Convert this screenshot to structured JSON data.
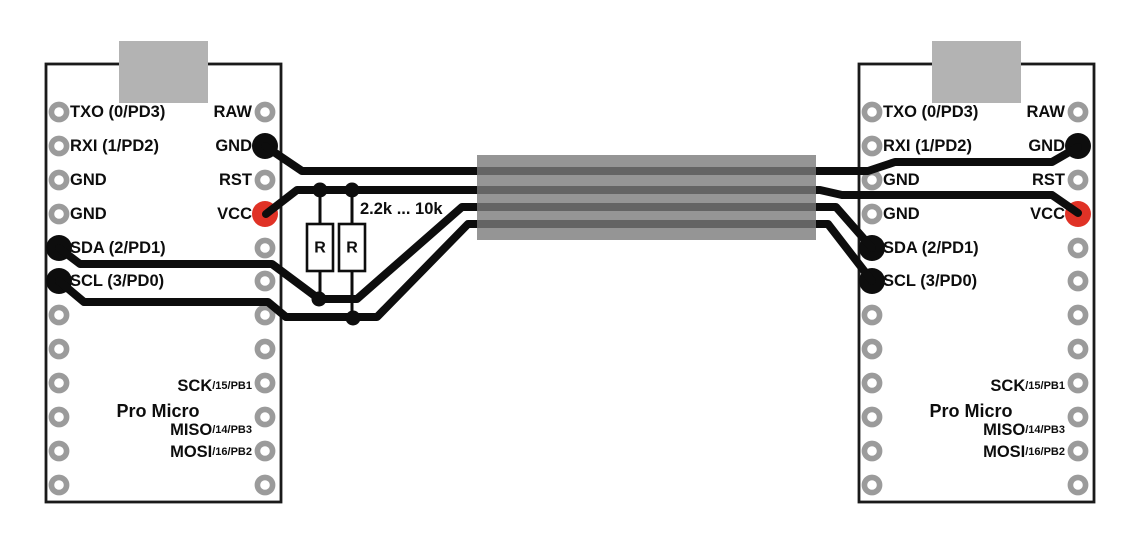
{
  "diagram": {
    "board": {
      "name": "Pro Micro",
      "left_pins": [
        "TXO (0/PD3)",
        "RXI (1/PD2)",
        "GND",
        "GND",
        "SDA (2/PD1)",
        "SCL (3/PD0)"
      ],
      "right_pins": [
        "RAW",
        "GND",
        "RST",
        "VCC"
      ],
      "spi_pins": [
        {
          "main": "SCK",
          "sub": "/15/PB1"
        },
        {
          "main": "MISO",
          "sub": "/14/PB3"
        },
        {
          "main": "MOSI",
          "sub": "/16/PB2"
        }
      ]
    },
    "resistors": {
      "symbol": "R",
      "value_range": "2.2k ... 10k"
    },
    "nets": [
      {
        "name": "GND",
        "color": "#0d0d0d"
      },
      {
        "name": "VCC",
        "color": "#e03226"
      },
      {
        "name": "SDA",
        "color": "#0d0d0d"
      },
      {
        "name": "SCL",
        "color": "#0d0d0d"
      }
    ],
    "colors": {
      "wire_black": "#0d0d0d",
      "wire_red": "#e03226",
      "pin_ring": "#9b9b9b",
      "usb_connector": "#b3b3b3",
      "cable": "#7a7a7a",
      "board_fill": "#ffffff",
      "board_outline": "#1a1a1a"
    }
  }
}
